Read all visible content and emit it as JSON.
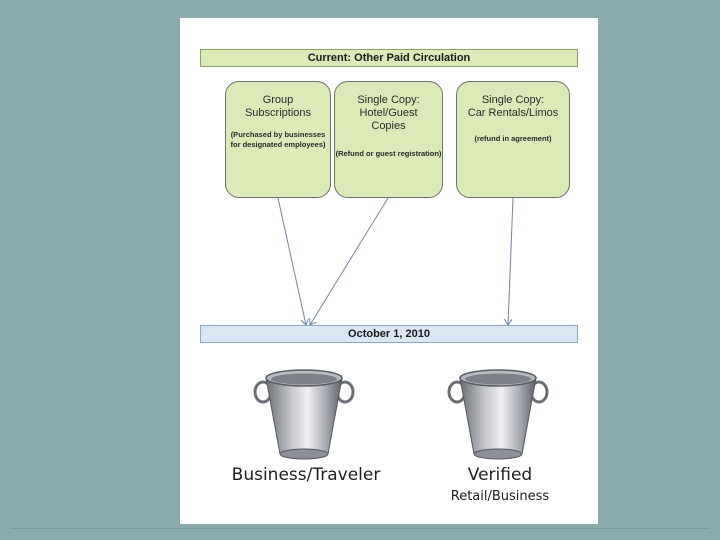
{
  "slide": {
    "title_bar": "Current:  Other Paid Circulation",
    "date_bar": "October 1, 2010",
    "boxes": [
      {
        "title_line1": "Group",
        "title_line2": "Subscriptions",
        "title_line3": "",
        "note": "(Purchased by businesses for designated employees)"
      },
      {
        "title_line1": "Single Copy:",
        "title_line2": "Hotel/Guest",
        "title_line3": "Copies",
        "note": "(Refund or guest registration)"
      },
      {
        "title_line1": "Single Copy:",
        "title_line2": "Car Rentals/Limos",
        "title_line3": "",
        "note": "(refund in agreement)"
      }
    ],
    "buckets": [
      {
        "label": "Business/Traveler",
        "sublabel": ""
      },
      {
        "label": "Verified",
        "sublabel": "Retail/Business"
      }
    ]
  },
  "colors": {
    "background": "#8aabab",
    "box_fill": "#dbeab7",
    "date_bar_fill": "#dbe6f3",
    "arrow": "#6f86a8"
  }
}
